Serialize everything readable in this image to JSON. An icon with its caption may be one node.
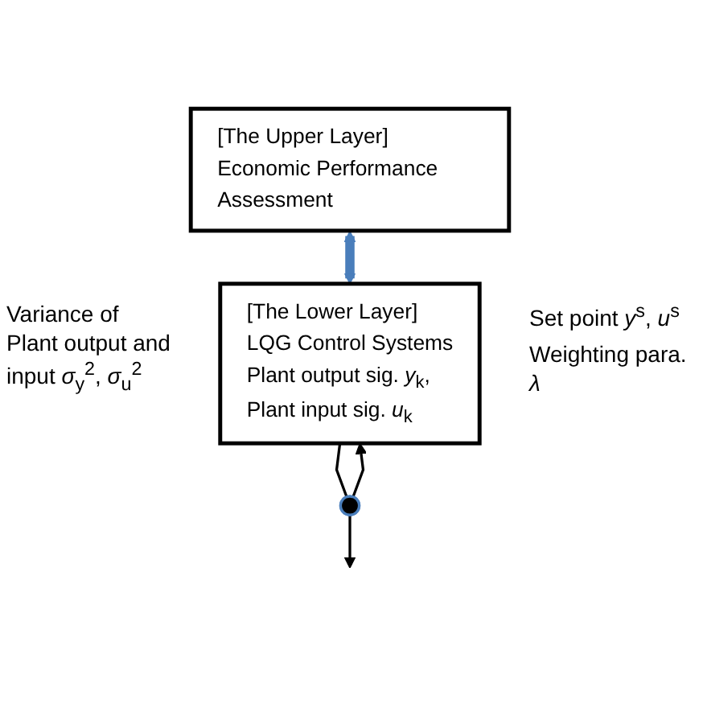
{
  "diagram": {
    "nodes": [
      {
        "text": [
          "[The Upper Layer]",
          "Economic Performance Assessment"
        ]
      },
      {
        "text": [
          "[The Lower Layer]",
          "LQG Control Systems",
          "Plant output sig. *y*$_{k}$,",
          "Plant input sig. *u*$_{k}$"
        ]
      },
      {
        "text": [],
        "shape": "circle"
      }
    ],
    "edges": [
      {
        "from": 0,
        "to": 1,
        "arrow": "both",
        "style": "thick",
        "color": "#4a7ebb"
      },
      {
        "from": 1,
        "to": 2,
        "arrow": "none"
      },
      {
        "from": 2,
        "to": null,
        "arrow": "to"
      },
      {
        "from": 2,
        "to": 1,
        "arrow": "to"
      }
    ],
    "labels": [
      "Variance of Plant output and input *σ*$_{y}$$^{2}$, *σ*$_{u}$$^{2}$",
      "Set point *y*$^{s}$, *u*$^{s}$",
      "Weighting para. *λ*"
    ]
  }
}
